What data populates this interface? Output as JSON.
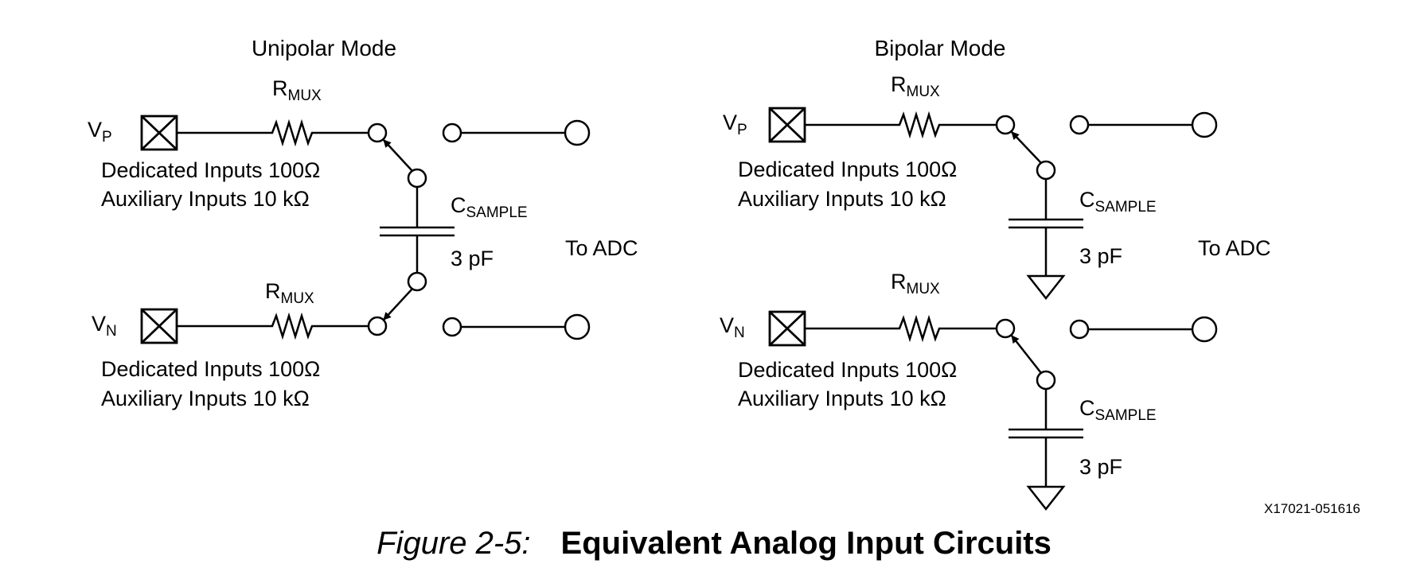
{
  "unipolar": {
    "title": "Unipolar Mode",
    "vp": {
      "main": "V",
      "sub": "P"
    },
    "vn": {
      "main": "V",
      "sub": "N"
    },
    "rmux_top": {
      "main": "R",
      "sub": "MUX"
    },
    "rmux_bottom": {
      "main": "R",
      "sub": "MUX"
    },
    "csample": {
      "main": "C",
      "sub": "SAMPLE"
    },
    "cap_value": "3 pF",
    "to_adc": "To ADC",
    "top_note_1": "Dedicated Inputs 100Ω",
    "top_note_2": "Auxiliary Inputs 10 kΩ",
    "bottom_note_1": "Dedicated Inputs 100Ω",
    "bottom_note_2": "Auxiliary Inputs 10 kΩ"
  },
  "bipolar": {
    "title": "Bipolar Mode",
    "vp": {
      "main": "V",
      "sub": "P"
    },
    "vn": {
      "main": "V",
      "sub": "N"
    },
    "rmux_top": {
      "main": "R",
      "sub": "MUX"
    },
    "rmux_bottom": {
      "main": "R",
      "sub": "MUX"
    },
    "csample_top": {
      "main": "C",
      "sub": "SAMPLE"
    },
    "csample_bottom": {
      "main": "C",
      "sub": "SAMPLE"
    },
    "cap_value_top": "3 pF",
    "cap_value_bottom": "3 pF",
    "to_adc": "To ADC",
    "top_note_1": "Dedicated Inputs 100Ω",
    "top_note_2": "Auxiliary Inputs 10 kΩ",
    "bottom_note_1": "Dedicated Inputs 100Ω",
    "bottom_note_2": "Auxiliary Inputs 10 kΩ"
  },
  "figure_code": "X17021-051616",
  "caption": {
    "label": "Figure 2-5:",
    "title": "Equivalent Analog Input Circuits"
  }
}
